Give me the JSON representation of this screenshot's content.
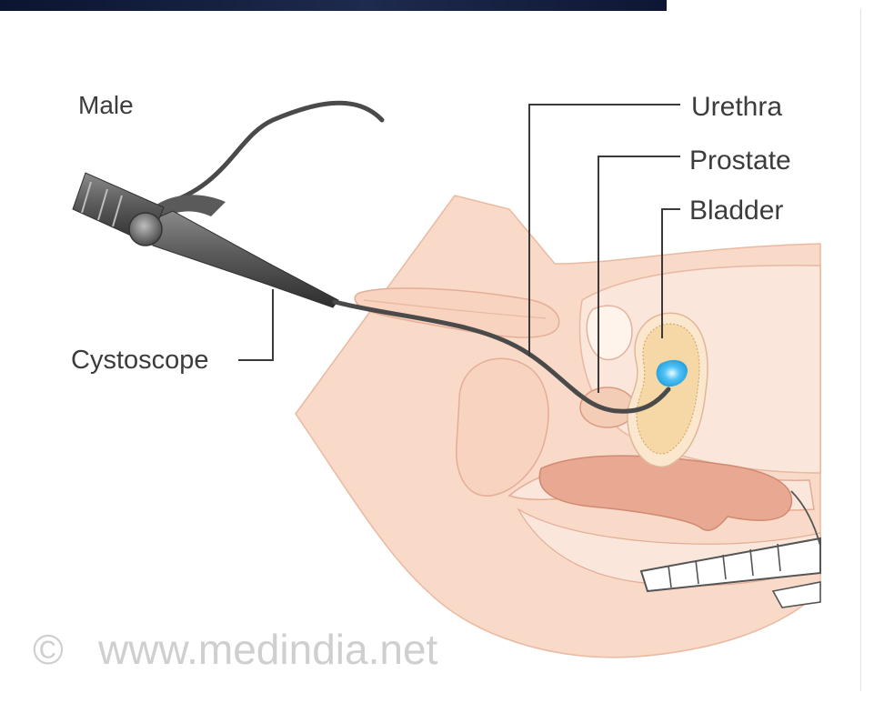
{
  "labels": {
    "male": "Male",
    "urethra": "Urethra",
    "prostate": "Prostate",
    "bladder": "Bladder",
    "cystoscope": "Cystoscope"
  },
  "watermark": {
    "symbol": "©",
    "text": "www.medindia.net"
  },
  "colors": {
    "skin": "#f7d6c4",
    "tissue_light": "#fbe7dc",
    "rectum": "#e9a891",
    "bladder_fill": "#f8ddb0",
    "instrument": "#4a4a4a",
    "light_tip": "#4fc3f7"
  },
  "icons": [
    "cystoscope-icon"
  ]
}
